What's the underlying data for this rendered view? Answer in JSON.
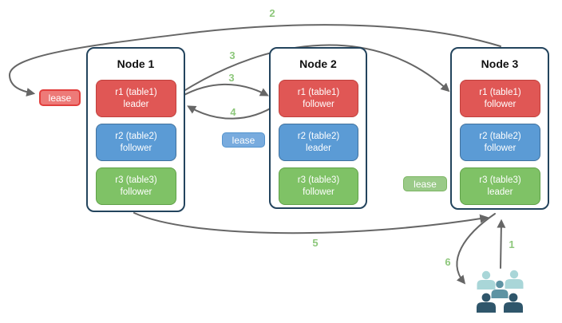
{
  "diagram": {
    "nodes": [
      {
        "title": "Node 1",
        "replicas": [
          {
            "name": "r1 (table1)",
            "role": "leader"
          },
          {
            "name": "r2 (table2)",
            "role": "follower"
          },
          {
            "name": "r3 (table3)",
            "role": "follower"
          }
        ]
      },
      {
        "title": "Node 2",
        "replicas": [
          {
            "name": "r1 (table1)",
            "role": "follower"
          },
          {
            "name": "r2 (table2)",
            "role": "leader"
          },
          {
            "name": "r3 (table3)",
            "role": "follower"
          }
        ]
      },
      {
        "title": "Node 3",
        "replicas": [
          {
            "name": "r1 (table1)",
            "role": "follower"
          },
          {
            "name": "r2 (table2)",
            "role": "follower"
          },
          {
            "name": "r3 (table3)",
            "role": "leader"
          }
        ]
      }
    ],
    "leases": {
      "red": "lease",
      "blue": "lease",
      "green": "lease"
    },
    "steps": {
      "s1": "1",
      "s2": "2",
      "s3a": "3",
      "s3b": "3",
      "s4": "4",
      "s5": "5",
      "s6": "6"
    },
    "icons": {
      "users_group": "users-group-icon"
    },
    "colors": {
      "replica_red_fill": "#e05755",
      "replica_red_border": "#c0403c",
      "replica_blue_fill": "#5b9bd5",
      "replica_blue_border": "#41719c",
      "replica_green_fill": "#7fc266",
      "replica_green_border": "#60a149",
      "lease_red_fill": "#ed7a78",
      "lease_red_border": "#e23f3d",
      "lease_blue_fill": "#78abde",
      "lease_green_fill": "#9aca88",
      "node_border": "#23445d",
      "arrow": "#666666",
      "step_label": "#8dc77b",
      "people_light_teal": "#a9d6d8",
      "people_mid_teal": "#5e93a3",
      "people_dark_navy": "#2f566b"
    }
  }
}
